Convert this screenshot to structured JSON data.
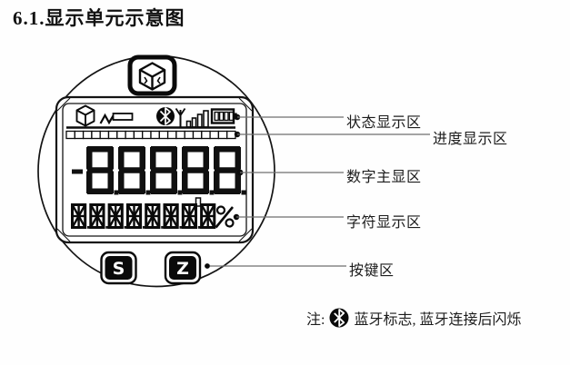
{
  "page": {
    "title": "6.1.显示单元示意图"
  },
  "device": {
    "logo_icon": "cube-logo-icon",
    "lcd": {
      "status_icons": [
        "cube-icon",
        "waveform-icon",
        "bluetooth-icon",
        "signal-strength-icon",
        "battery-icon"
      ],
      "progress_segments": 20,
      "main_display": "-88888",
      "char_display": {
        "cells": 8,
        "suffix": "%"
      }
    },
    "buttons": [
      {
        "label": "S"
      },
      {
        "label": "Z"
      }
    ]
  },
  "callouts": [
    {
      "text": "状态显示区"
    },
    {
      "text": "进度显示区"
    },
    {
      "text": "数字主显区"
    },
    {
      "text": "字符显示区"
    },
    {
      "text": "按键区"
    }
  ],
  "note": {
    "prefix": "注:",
    "icon": "bluetooth-icon",
    "text": "蓝牙标志, 蓝牙连接后闪烁"
  }
}
